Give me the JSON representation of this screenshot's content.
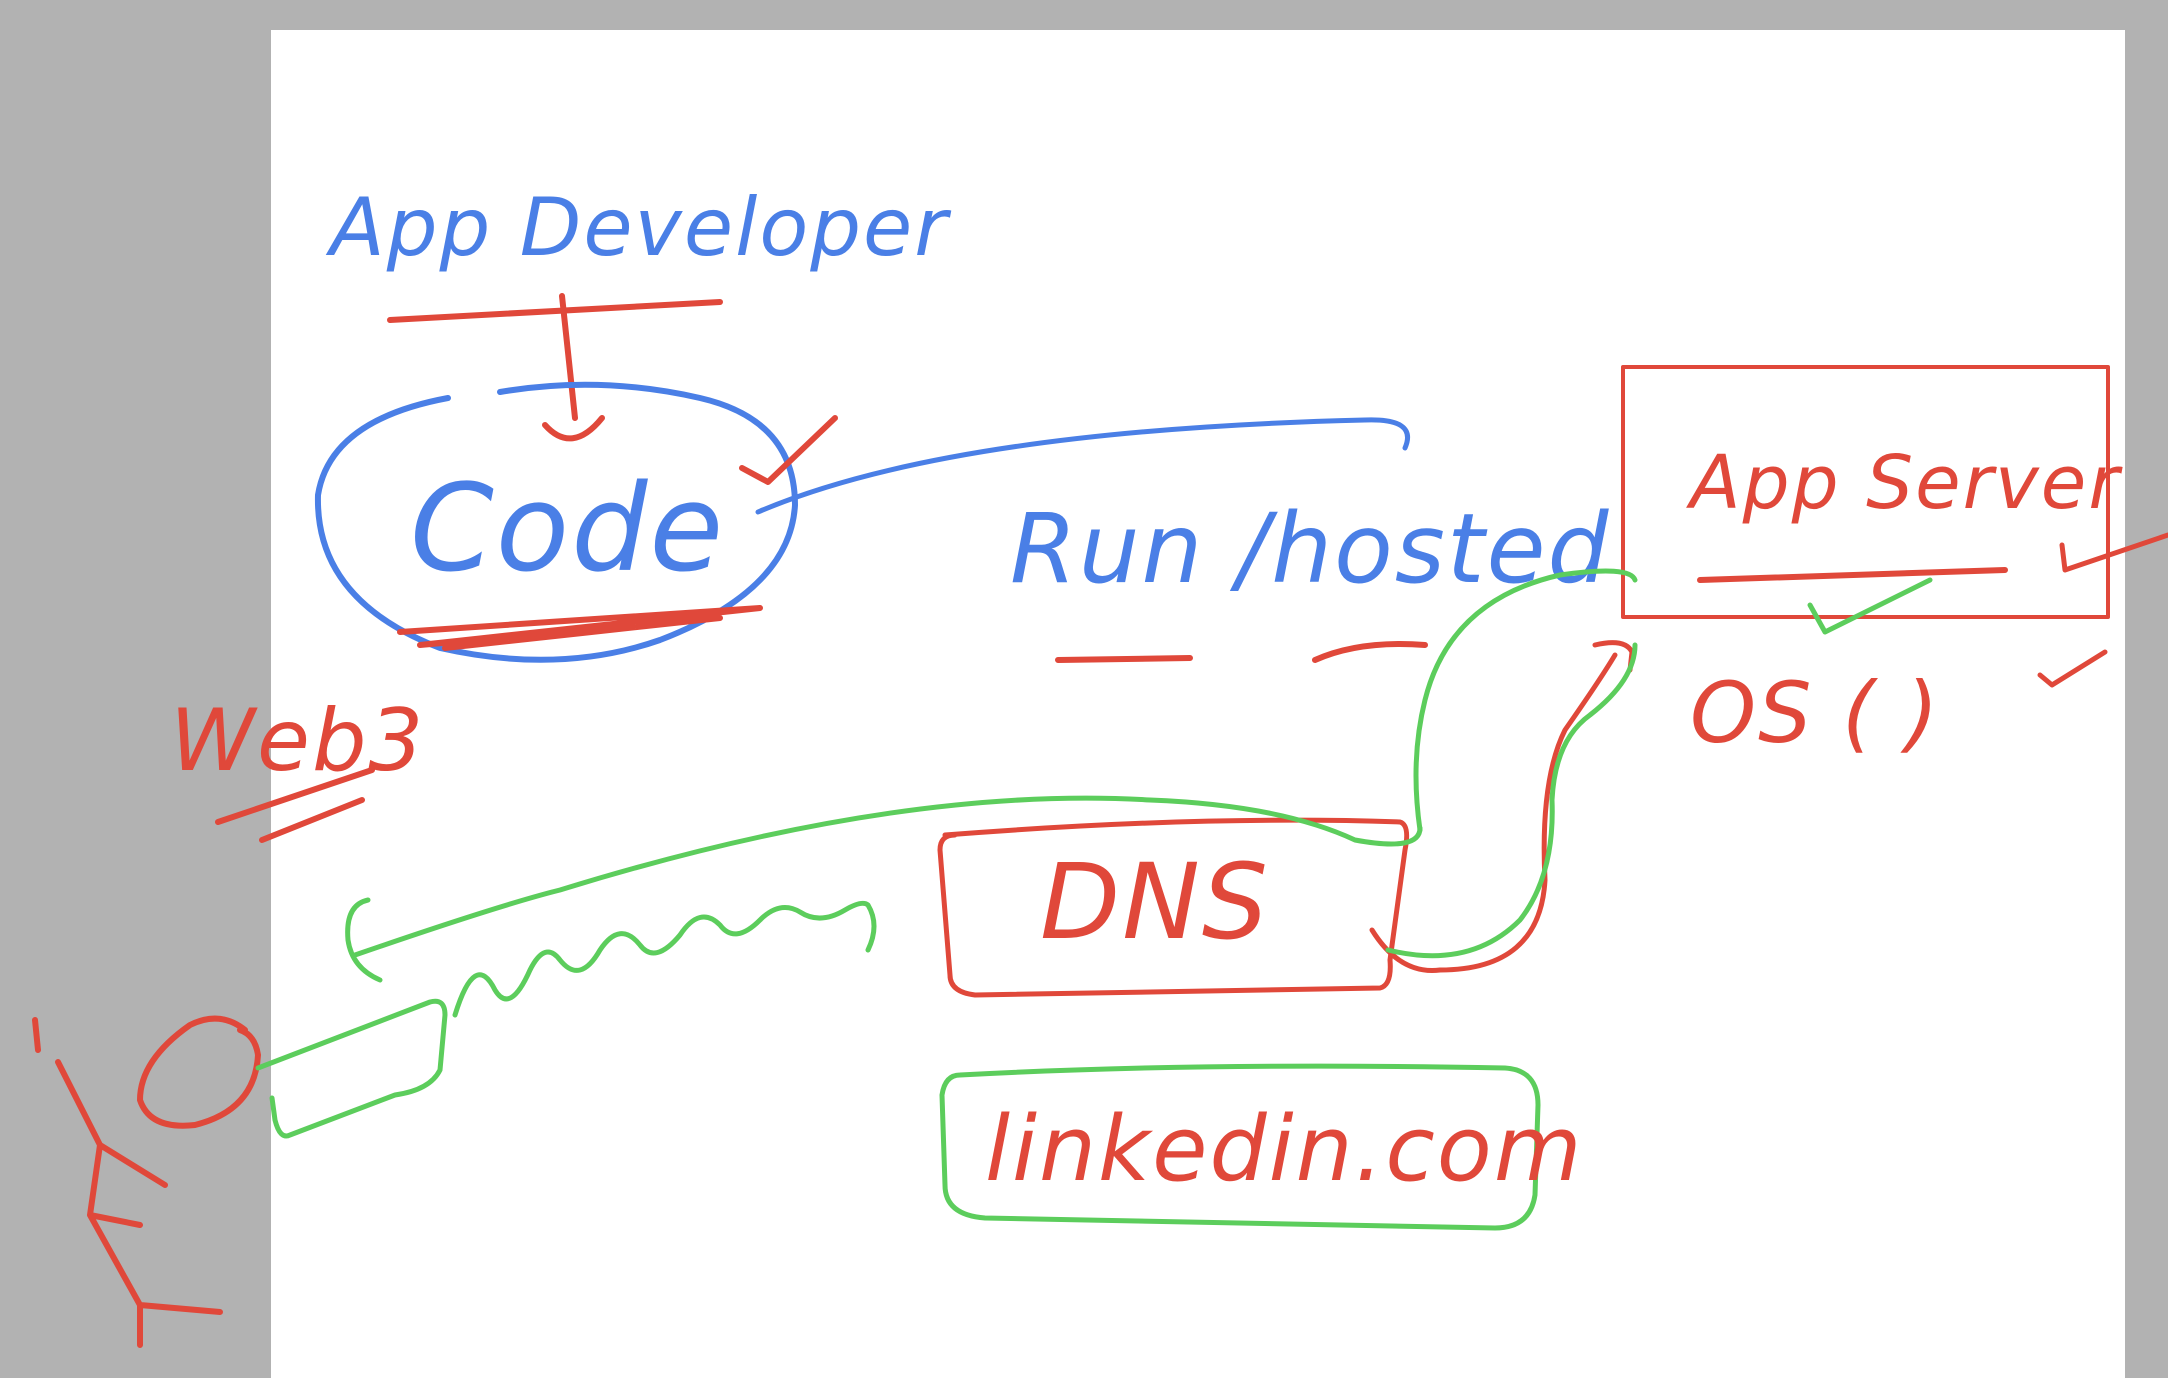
{
  "colors": {
    "background": "#b2b2b2",
    "canvas": "#ffffff",
    "blue_ink": "#4a7fe6",
    "red_ink": "#e0483a",
    "green_ink": "#5ccd5c"
  },
  "labels": {
    "app_developer": "App Developer",
    "code": "Code",
    "run_hosted": "Run /hosted",
    "app_server": "App Server",
    "os": "OS (   )",
    "web3": "Web3",
    "dns": "DNS",
    "domain": "linkedin.com"
  }
}
